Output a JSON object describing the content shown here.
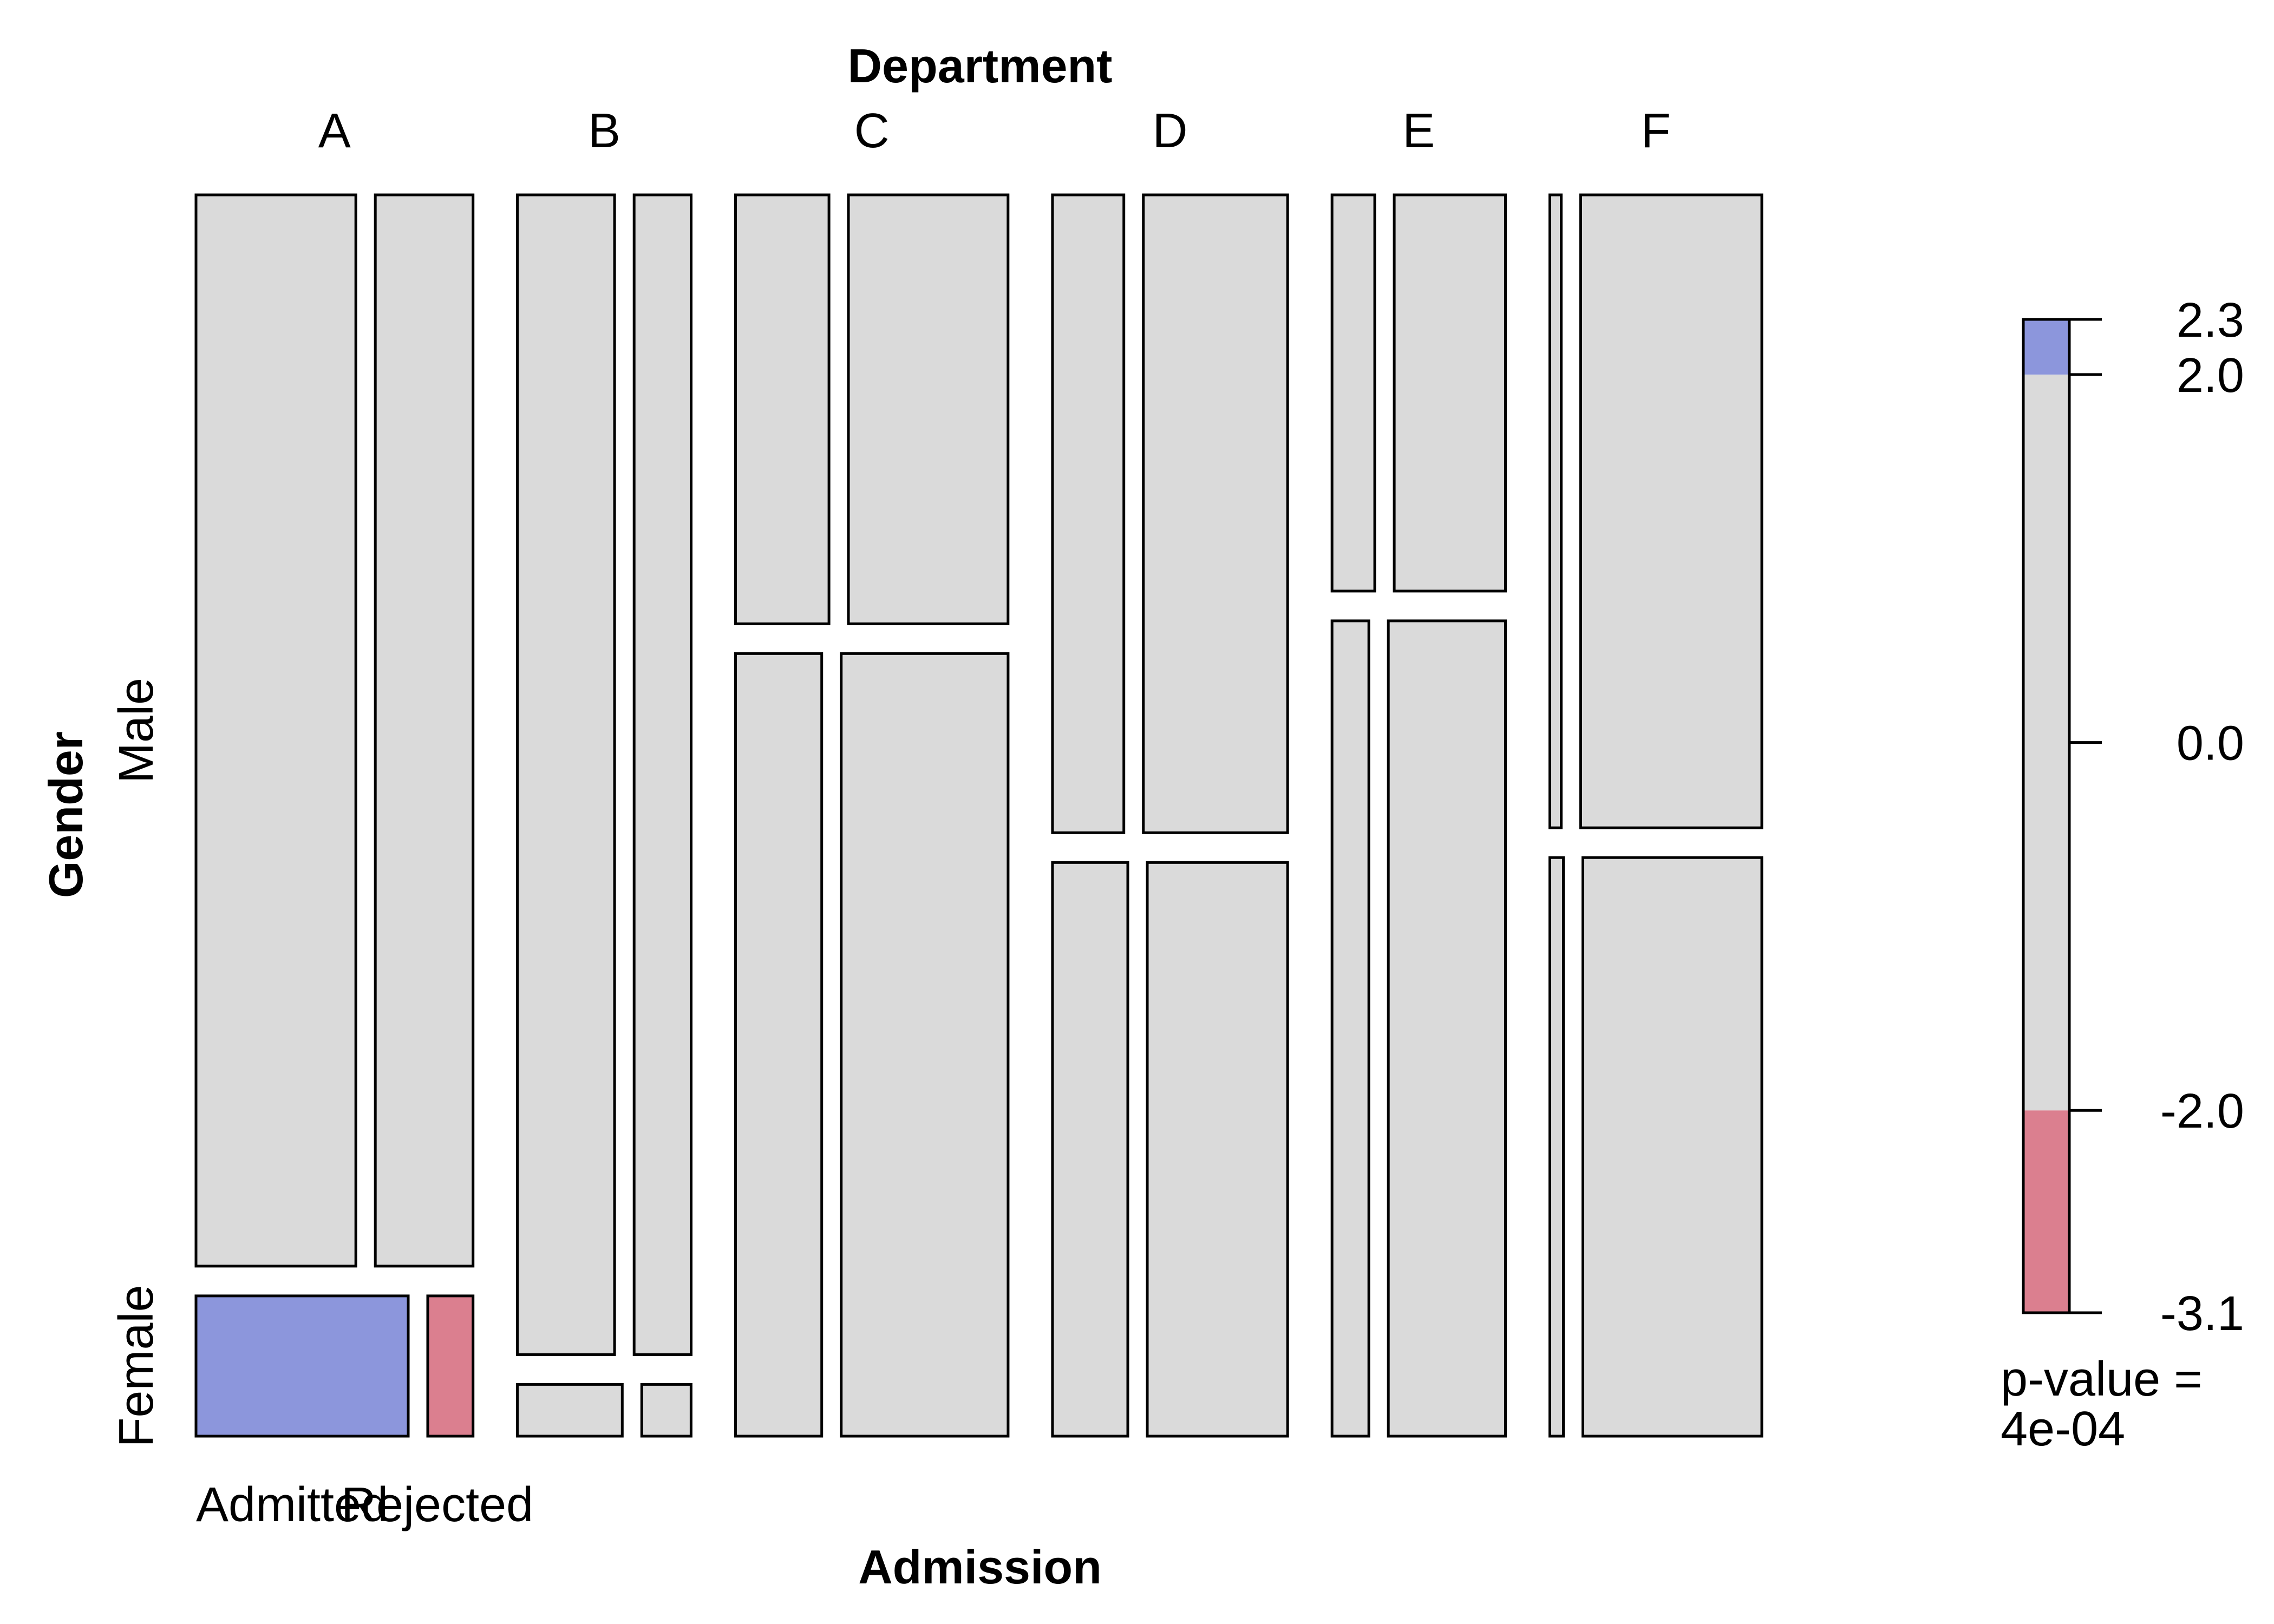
{
  "chart_data": {
    "type": "mosaic",
    "title": "",
    "variables": {
      "top": "Department",
      "left": "Gender",
      "bottom": "Admission"
    },
    "departments": [
      "A",
      "B",
      "C",
      "D",
      "E",
      "F"
    ],
    "genders": [
      "Male",
      "Female"
    ],
    "admission": [
      "Admitted",
      "Rejected"
    ],
    "cells": [
      {
        "department": "A",
        "gender": "Male",
        "admission": "Admitted",
        "count": 512,
        "residual": 0
      },
      {
        "department": "A",
        "gender": "Male",
        "admission": "Rejected",
        "count": 313,
        "residual": 0
      },
      {
        "department": "A",
        "gender": "Female",
        "admission": "Admitted",
        "count": 89,
        "residual": 2.3
      },
      {
        "department": "A",
        "gender": "Female",
        "admission": "Rejected",
        "count": 19,
        "residual": -3.1
      },
      {
        "department": "B",
        "gender": "Male",
        "admission": "Admitted",
        "count": 353,
        "residual": 0
      },
      {
        "department": "B",
        "gender": "Male",
        "admission": "Rejected",
        "count": 207,
        "residual": 0
      },
      {
        "department": "B",
        "gender": "Female",
        "admission": "Admitted",
        "count": 17,
        "residual": 0
      },
      {
        "department": "B",
        "gender": "Female",
        "admission": "Rejected",
        "count": 8,
        "residual": 0
      },
      {
        "department": "C",
        "gender": "Male",
        "admission": "Admitted",
        "count": 120,
        "residual": 0
      },
      {
        "department": "C",
        "gender": "Male",
        "admission": "Rejected",
        "count": 205,
        "residual": 0
      },
      {
        "department": "C",
        "gender": "Female",
        "admission": "Admitted",
        "count": 202,
        "residual": 0
      },
      {
        "department": "C",
        "gender": "Female",
        "admission": "Rejected",
        "count": 391,
        "residual": 0
      },
      {
        "department": "D",
        "gender": "Male",
        "admission": "Admitted",
        "count": 138,
        "residual": 0
      },
      {
        "department": "D",
        "gender": "Male",
        "admission": "Rejected",
        "count": 279,
        "residual": 0
      },
      {
        "department": "D",
        "gender": "Female",
        "admission": "Admitted",
        "count": 131,
        "residual": 0
      },
      {
        "department": "D",
        "gender": "Female",
        "admission": "Rejected",
        "count": 244,
        "residual": 0
      },
      {
        "department": "E",
        "gender": "Male",
        "admission": "Admitted",
        "count": 53,
        "residual": 0
      },
      {
        "department": "E",
        "gender": "Male",
        "admission": "Rejected",
        "count": 138,
        "residual": 0
      },
      {
        "department": "E",
        "gender": "Female",
        "admission": "Admitted",
        "count": 94,
        "residual": 0
      },
      {
        "department": "E",
        "gender": "Female",
        "admission": "Rejected",
        "count": 299,
        "residual": 0
      },
      {
        "department": "F",
        "gender": "Male",
        "admission": "Admitted",
        "count": 22,
        "residual": 0
      },
      {
        "department": "F",
        "gender": "Male",
        "admission": "Rejected",
        "count": 351,
        "residual": 0
      },
      {
        "department": "F",
        "gender": "Female",
        "admission": "Admitted",
        "count": 24,
        "residual": 0
      },
      {
        "department": "F",
        "gender": "Female",
        "admission": "Rejected",
        "count": 317,
        "residual": 0
      }
    ],
    "legend": {
      "breaks": [
        -3.1,
        -2.0,
        0.0,
        2.0,
        2.3
      ],
      "tick_labels": [
        "-3.1",
        "-2.0",
        "0.0",
        "2.0",
        "2.3"
      ],
      "pvalue_label_line1": "p-value =",
      "pvalue_label_line2": "4e-04",
      "position": "right"
    },
    "colors": {
      "positive": "#8c96dc",
      "neutral": "#dadada",
      "negative": "#db7f8f",
      "stroke": "#000000"
    }
  }
}
